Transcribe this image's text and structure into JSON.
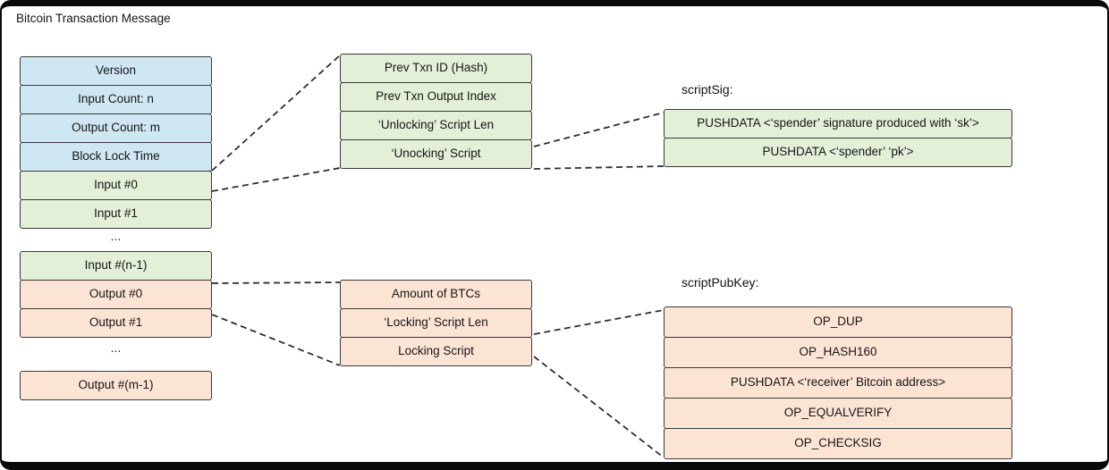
{
  "title": "Bitcoin Transaction Message",
  "colors": {
    "header_blue": "#cfe7f3",
    "input_green": "#e4efd8",
    "output_orange": "#fce4d4",
    "box_border": "#3a3a3a",
    "frame_black": "#0a0a0a",
    "connector": "#2e2e2e"
  },
  "left_column": {
    "header_fields": [
      "Version",
      "Input Count: n",
      "Output Count: m",
      "Block Lock Time"
    ],
    "inputs": [
      "Input #0",
      "Input #1"
    ],
    "ellipsis_inputs": "...",
    "input_last": "Input #(n-1)",
    "outputs": [
      "Output #0",
      "Output #1"
    ],
    "ellipsis_outputs": "...",
    "output_last": "Output #(m-1)"
  },
  "input_detail": {
    "fields": [
      "Prev Txn ID (Hash)",
      "Prev Txn Output Index",
      "‘Unlocking’ Script Len",
      "‘Unocking’ Script"
    ]
  },
  "output_detail": {
    "fields": [
      "Amount of BTCs",
      "‘Locking’ Script Len",
      "Locking Script"
    ]
  },
  "script_sig": {
    "label": "scriptSig:",
    "fields": [
      "PUSHDATA <‘spender’ signature produced with ‘sk’>",
      "PUSHDATA <‘spender’ ‘pk’>"
    ]
  },
  "script_pub_key": {
    "label": "scriptPubKey:",
    "fields": [
      "OP_DUP",
      "OP_HASH160",
      "PUSHDATA <‘receiver’ Bitcoin address>",
      "OP_EQUALVERIFY",
      "OP_CHECKSIG"
    ]
  }
}
